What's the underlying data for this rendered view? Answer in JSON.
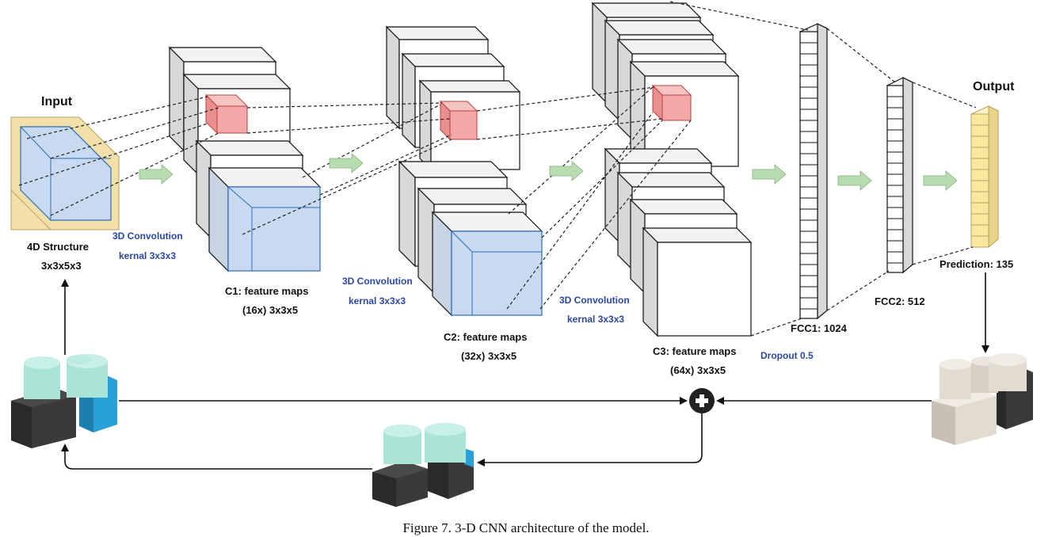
{
  "labels": {
    "input": "Input",
    "structure_line1": "4D Structure",
    "structure_line2": "3x3x5x3",
    "conv1_line1": "3D Convolution",
    "conv1_line2": "kernal 3x3x3",
    "c1_line1": "C1: feature maps",
    "c1_line2": "(16x) 3x3x5",
    "conv2_line1": "3D Convolution",
    "conv2_line2": "kernal 3x3x3",
    "c2_line1": "C2: feature maps",
    "c2_line2": "(32x) 3x3x5",
    "conv3_line1": "3D Convolution",
    "conv3_line2": "kernal 3x3x3",
    "c3_line1": "C3: feature maps",
    "c3_line2": "(64x) 3x3x5",
    "fcc1": "FCC1: 1024",
    "dropout": "Dropout 0.5",
    "fcc2": "FCC2: 512",
    "output": "Output",
    "prediction": "Prediction: 135",
    "caption": "Figure 7. 3-D CNN architecture of the model."
  },
  "colors": {
    "input_fill": "#c9daf0",
    "input_frame": "#f2e0a8",
    "kernel": "#f3a8a8",
    "output_fill": "#fbe8a0",
    "flow_arrow": "#b8dcb0",
    "block_teal": "#a9e4d6",
    "block_blue": "#2aa0d8",
    "block_dark": "#3a3a3a",
    "block_beige": "#e2dbd0",
    "label_blue": "#2a47a8"
  },
  "icons": {
    "sum": "plus-circle-icon",
    "flow": "green-arrow-icon"
  }
}
